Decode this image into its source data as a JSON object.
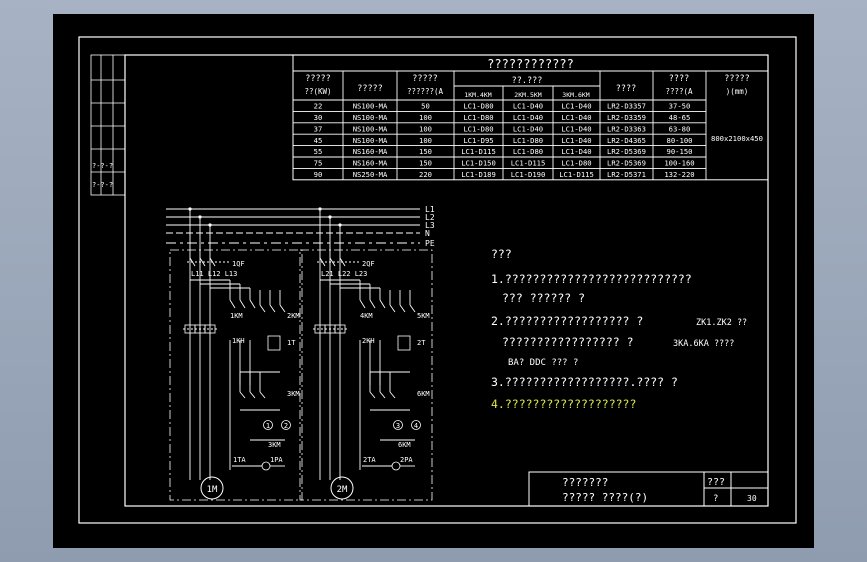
{
  "colors": {
    "paper": "#000000",
    "ink": "#ffffff",
    "highlight": "#dfe84a",
    "viewport_bg": "#a3afc0"
  },
  "table": {
    "title": "????????????",
    "headers": {
      "power": [
        "?????",
        "??(KW)"
      ],
      "breaker": "?????",
      "current": [
        "?????",
        "??????(A"
      ],
      "contactor_group": "??.???",
      "c1": "1KM.4KM",
      "c2": "2KM.5KM",
      "c3": "3KM.6KM",
      "relay": "????",
      "range": [
        "????",
        "????(A"
      ],
      "size": [
        "?????",
        ")(mm)"
      ]
    },
    "rows": [
      [
        "22",
        "NS100-MA",
        "50",
        "LC1-D80",
        "LC1-D40",
        "LC1-D40",
        "LR2-D3357",
        "37-50"
      ],
      [
        "30",
        "NS100-MA",
        "100",
        "LC1-D80",
        "LC1-D40",
        "LC1-D40",
        "LR2-D3359",
        "48-65"
      ],
      [
        "37",
        "NS100-MA",
        "100",
        "LC1-D80",
        "LC1-D40",
        "LC1-D40",
        "LR2-D3363",
        "63-80"
      ],
      [
        "45",
        "NS100-MA",
        "100",
        "LC1-D95",
        "LC1-D80",
        "LC1-D40",
        "LR2-D4365",
        "80-100"
      ],
      [
        "55",
        "NS160-MA",
        "150",
        "LC1-D115",
        "LC1-D80",
        "LC1-D40",
        "LR2-D5369",
        "90-150"
      ],
      [
        "75",
        "NS160-MA",
        "150",
        "LC1-D150",
        "LC1-D115",
        "LC1-D80",
        "LR2-D5369",
        "100-160"
      ],
      [
        "90",
        "NS250-MA",
        "220",
        "LC1-D189",
        "LC1-D190",
        "LC1-D115",
        "LR2-D5371",
        "132-220"
      ]
    ],
    "size_value": "800x2100x450"
  },
  "bus_labels": [
    "L1",
    "L2",
    "L3",
    "N",
    "PE"
  ],
  "circuit1": {
    "qf": "1QF",
    "fuses": "L11 L12 L13",
    "km1": "1KM",
    "km2": "2KM",
    "km3": "3KM",
    "kh": "1KH",
    "t": "1T",
    "ta": "1TA",
    "pa": "1PA",
    "motor": "1M",
    "n1": "1",
    "n2": "2",
    "kh_label": "1KH"
  },
  "circuit2": {
    "qf": "2QF",
    "fuses": "L21 L22 L23",
    "km1": "4KM",
    "km2": "5KM",
    "km3": "6KM",
    "kh": "2KH",
    "t": "2T",
    "ta": "2TA",
    "pa": "2PA",
    "motor": "2M",
    "n1": "3",
    "n2": "4",
    "kh_label": "6KM"
  },
  "notes": {
    "heading": "???",
    "line1": "1.???????????????????????????",
    "line1b": "??? ??????  ?",
    "line2": "2.??????????????????  ?",
    "line2_tag": "ZK1.ZK2 ??",
    "line2b": "?????????????????  ?",
    "line2b_tag": "3KA.6KA ????",
    "line2c": "BA?   DDC    ???  ?",
    "line3": "3.??????????????????.????  ?",
    "line4": "4.???????????????????"
  },
  "titleblock": {
    "name1": "???????",
    "name2": "?????  ????(?)",
    "code": "???",
    "sheet_label": "?",
    "sheet": "30"
  }
}
